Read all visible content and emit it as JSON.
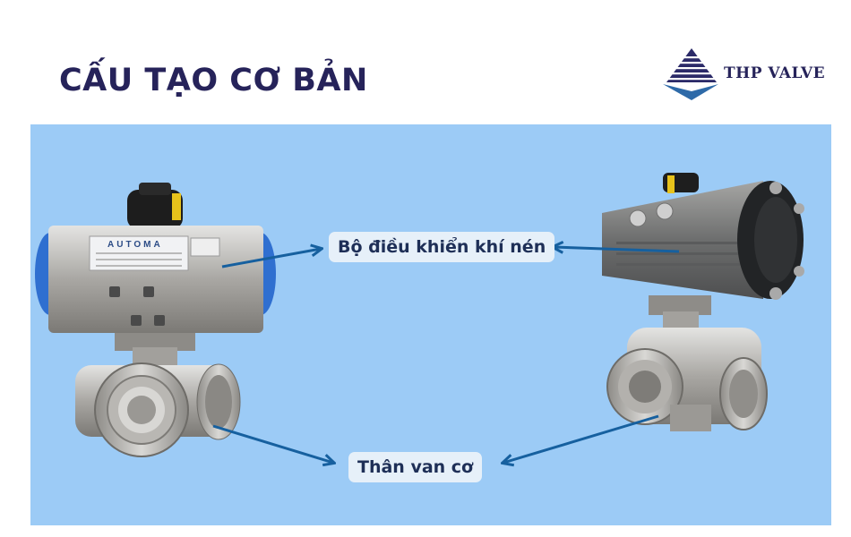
{
  "header": {
    "title": "CẤU TẠO CƠ BẢN"
  },
  "logo": {
    "text": "THP VALVE",
    "color": "#26235a",
    "accent": "#2e6aa8"
  },
  "labels": {
    "actuator": "Bộ điều khiển khí nén",
    "body": "Thân van cơ"
  },
  "left_valve": {
    "brand_plate": "AUTOMA"
  },
  "colors": {
    "panel": "#9ccbf6",
    "arrow": "#16609f",
    "label_bg": "#e6f0f9",
    "actuator_blue": "#2f6fd0"
  }
}
